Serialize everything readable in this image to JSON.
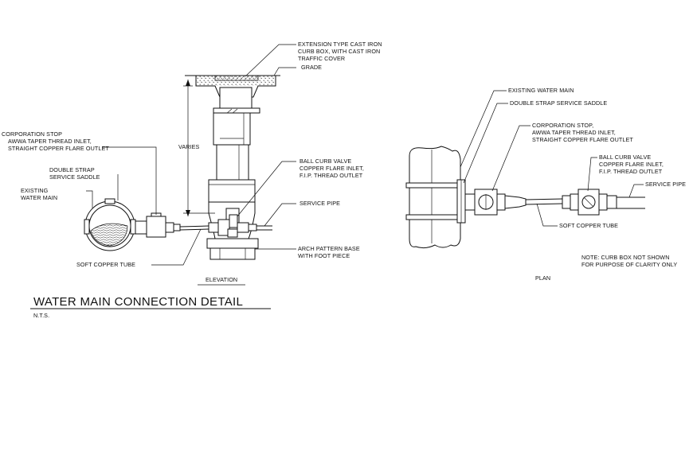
{
  "title": "WATER MAIN CONNECTION DETAIL",
  "scale_note": "N.T.S.",
  "elevation": {
    "view_label": "ELEVATION",
    "curb_box": [
      "EXTENSION TYPE CAST IRON",
      "CURB BOX, WITH CAST IRON",
      "TRAFFIC COVER"
    ],
    "grade": "GRADE",
    "varies": "VARIES",
    "corporation_stop": [
      "CORPORATION STOP",
      "AWWA TAPER THREAD INLET,",
      "STRAIGHT COPPER FLARE OUTLET"
    ],
    "saddle": [
      "DOUBLE STRAP",
      "SERVICE SADDLE"
    ],
    "water_main": [
      "EXISTING",
      "WATER MAIN"
    ],
    "ball_valve": [
      "BALL CURB VALVE",
      "COPPER FLARE INLET,",
      "F.I.P. THREAD OUTLET"
    ],
    "service_pipe": "SERVICE PIPE",
    "base": [
      "ARCH PATTERN BASE",
      "WITH FOOT PIECE"
    ],
    "copper_tube": "SOFT COPPER TUBE"
  },
  "plan": {
    "view_label": "PLAN",
    "water_main": "EXISTING WATER MAIN",
    "saddle": "DOUBLE STRAP SERVICE SADDLE",
    "corporation_stop": [
      "CORPORATION STOP,",
      "AWWA TAPER THREAD INLET,",
      "STRAIGHT COPPER FLARE OUTLET"
    ],
    "ball_valve": [
      "BALL CURB VALVE",
      "COPPER FLARE INLET,",
      "F.I.P. THREAD OUTLET"
    ],
    "service_pipe": "SERVICE PIPE",
    "copper_tube": "SOFT COPPER TUBE",
    "note": [
      "NOTE: CURB BOX NOT SHOWN",
      "FOR PURPOSE OF CLARITY ONLY"
    ]
  }
}
